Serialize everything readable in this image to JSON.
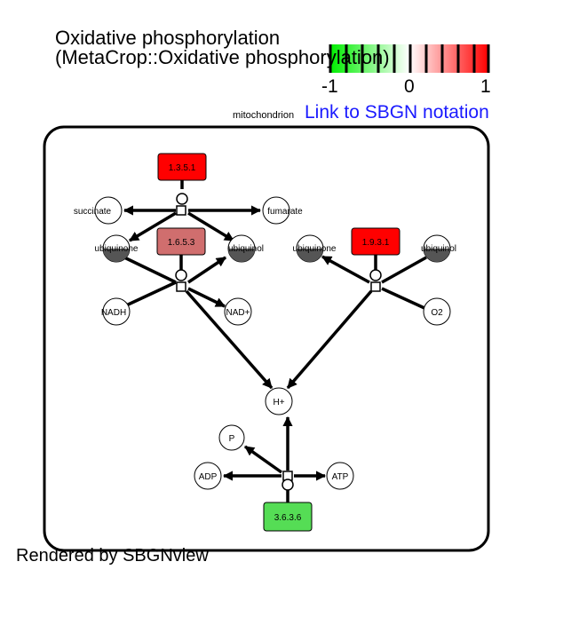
{
  "title": {
    "line1": "Oxidative phosphorylation",
    "line2": "(MetaCrop::Oxidative phosphorylation)"
  },
  "legend": {
    "min_label": "-1",
    "mid_label": "0",
    "max_label": "1",
    "gradient_colors": [
      "#00ee00",
      "#ffffff",
      "#ff0000"
    ]
  },
  "compartment_label": "mitochondrion",
  "sbgn_link": "Link to SBGN notation",
  "footer": "Rendered by SBGNview",
  "enzymes": [
    {
      "id": "e1",
      "label": "1.3.5.1",
      "color": "#ff0000"
    },
    {
      "id": "e2",
      "label": "1.6.5.3",
      "color": "#d06e6e"
    },
    {
      "id": "e3",
      "label": "1.9.3.1",
      "color": "#ff0000"
    },
    {
      "id": "e4",
      "label": "3.6.3.6",
      "color": "#55dd55"
    }
  ],
  "metabolites": [
    {
      "id": "m_succ",
      "label": "succinate"
    },
    {
      "id": "m_fum",
      "label": "fumarate"
    },
    {
      "id": "m_ubq1",
      "label": "ubiquinone"
    },
    {
      "id": "m_ubqol1",
      "label": "ubiquinol"
    },
    {
      "id": "m_nadh",
      "label": "NADH"
    },
    {
      "id": "m_nad",
      "label": "NAD+"
    },
    {
      "id": "m_ubq2",
      "label": "ubiquinone"
    },
    {
      "id": "m_ubqol2",
      "label": "ubiquinol"
    },
    {
      "id": "m_o2",
      "label": "O2"
    },
    {
      "id": "m_h",
      "label": "H+"
    },
    {
      "id": "m_p",
      "label": "P"
    },
    {
      "id": "m_adp",
      "label": "ADP"
    },
    {
      "id": "m_atp",
      "label": "ATP"
    }
  ]
}
